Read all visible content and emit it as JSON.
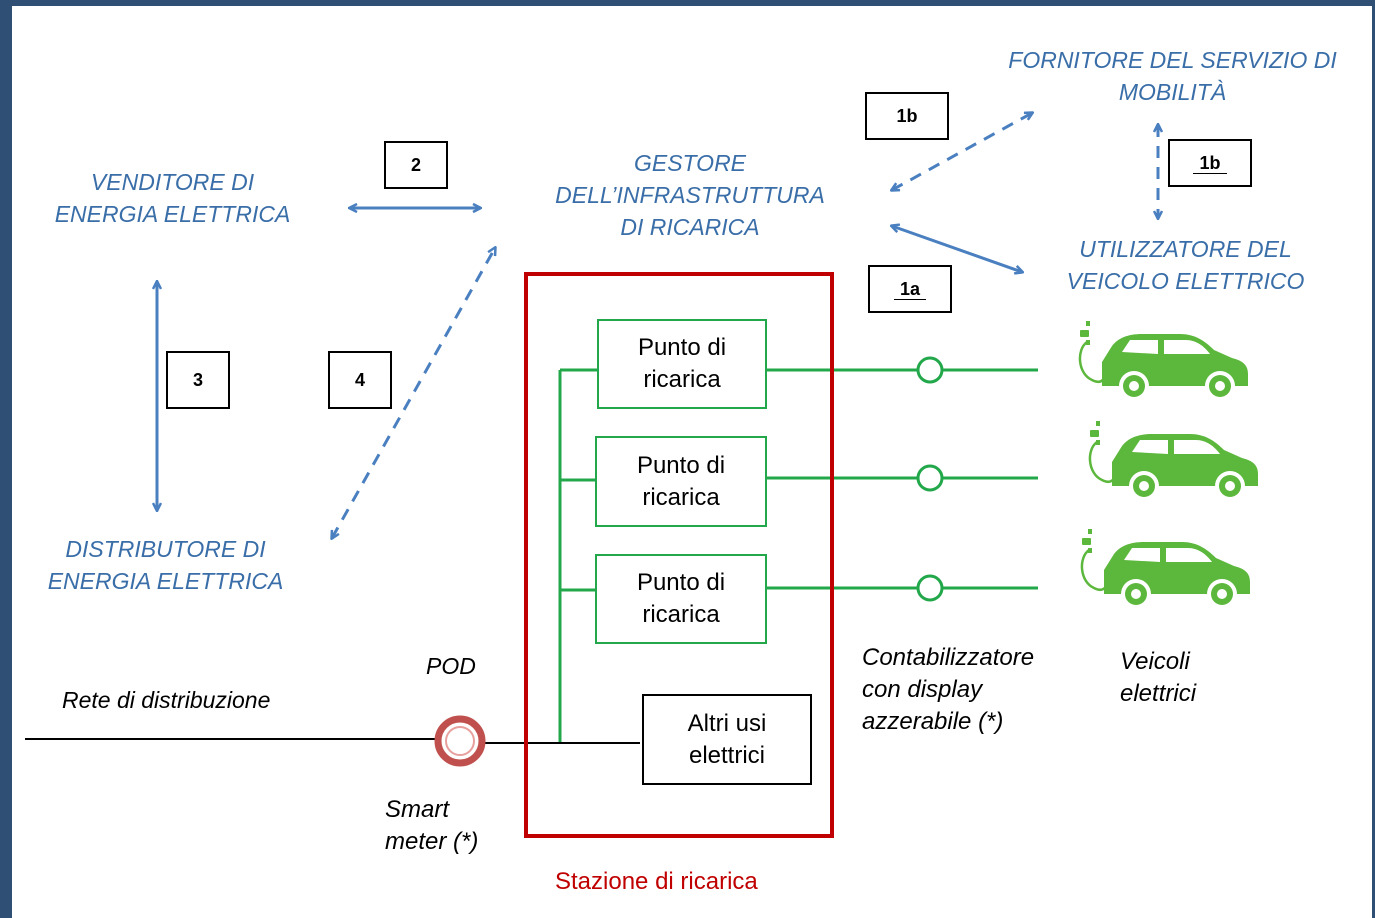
{
  "entities": {
    "venditore": [
      "VENDITORE DI",
      "ENERGIA ELETTRICA"
    ],
    "gestore": [
      "GESTORE",
      "DELL’INFRASTRUTTURA",
      "DI RICARICA"
    ],
    "fornitore": [
      "FORNITORE DEL SERVIZIO DI",
      "MOBILITÀ"
    ],
    "utilizzatore": [
      "UTILIZZATORE DEL",
      "VEICOLO ELETTRICO"
    ],
    "distributore": [
      "DISTRIBUTORE DI",
      "ENERGIA ELETTRICA"
    ]
  },
  "relations": {
    "r1b_top": "1b",
    "r1b_right": "1b",
    "r2": "2",
    "r1a": "1a",
    "r3": "3",
    "r4": "4"
  },
  "station": {
    "caption": "Stazione di ricarica",
    "points": [
      [
        "Punto di",
        "ricarica"
      ],
      [
        "Punto di",
        "ricarica"
      ],
      [
        "Punto di",
        "ricarica"
      ]
    ],
    "other_uses": [
      "Altri usi",
      "elettrici"
    ]
  },
  "labels": {
    "pod": "POD",
    "network": "Rete di distribuzione",
    "smart_meter": [
      "Smart",
      "meter (*)"
    ],
    "meter": [
      "Contabilizzatore",
      "con display",
      "azzerabile (*)"
    ],
    "vehicles": [
      "Veicoli",
      "elettrici"
    ]
  },
  "colors": {
    "entity_text": "#3a6ea8",
    "arrow": "#4a7fc0",
    "station_border": "#c00000",
    "green": "#22a84a",
    "car": "#5cb83c",
    "frame": "#2f4f75"
  }
}
